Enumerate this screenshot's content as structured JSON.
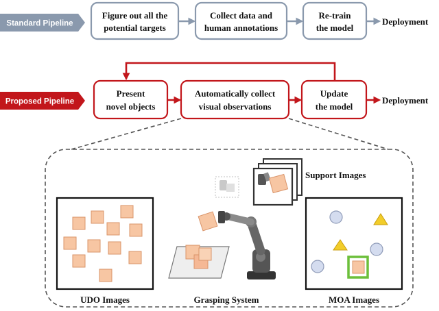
{
  "colors": {
    "standard": "#8a99ad",
    "proposed": "#c2161b",
    "gray_arrow": "#8a99ad",
    "dark": "#111111",
    "dashed": "#555555",
    "cube_face": "#f7c6a3",
    "cube_edge": "#d9946a",
    "circle_fill": "#d4dcef",
    "circle_edge": "#8f9bb8",
    "triangle_fill": "#f2cd2a",
    "highlight": "#6cbf3a"
  },
  "standard_pipeline": {
    "label": "Standard Pipeline",
    "steps": [
      {
        "line1": "Figure out all the",
        "line2": "potential targets"
      },
      {
        "line1": "Collect data and",
        "line2": "human annotations"
      },
      {
        "line1": "Re-train",
        "line2": "the model"
      }
    ],
    "end": "Deployment"
  },
  "proposed_pipeline": {
    "label": "Proposed Pipeline",
    "steps": [
      {
        "line1": "Present",
        "line2": "novel objects"
      },
      {
        "line1": "Automatically collect",
        "line2": "visual observations"
      },
      {
        "line1": "Update",
        "line2": "the model"
      }
    ],
    "end": "Deployment"
  },
  "detail": {
    "support_images": "Support Images",
    "udo_images": "UDO Images",
    "grasping_system": "Grasping System",
    "moa_images": "MOA Images"
  }
}
